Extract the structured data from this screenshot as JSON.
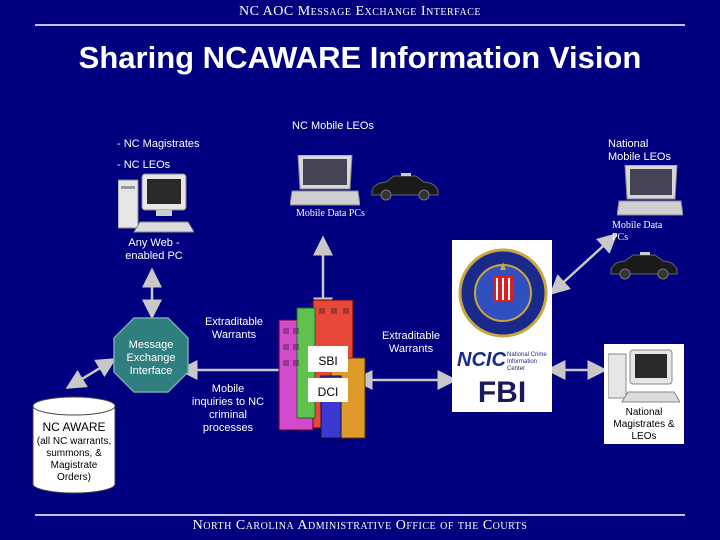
{
  "header": {
    "title": "NC AOC Message Exchange Interface"
  },
  "slide": {
    "title": "Sharing NCAWARE Information Vision"
  },
  "footer": {
    "text": "North Carolina Administrative Office of the Courts"
  },
  "labels": {
    "nc_magistrates": "- NC Magistrates",
    "nc_leos": "- NC LEOs",
    "nc_mobile_leos": "NC Mobile LEOs",
    "national_mobile_leos": "National Mobile LEOs",
    "mobile_data_pcs_1": "Mobile Data PCs",
    "mobile_data_pcs_2": "Mobile Data PCs",
    "any_web_pc": "Any Web -enabled PC",
    "message_exchange": "Message Exchange Interface",
    "extraditable_warrants_1": "Extraditable Warrants",
    "extraditable_warrants_2": "Extraditable Warrants",
    "mobile_inquiries": "Mobile inquiries to NC criminal processes",
    "sbi": "SBI",
    "dci": "DCI",
    "ncic": "NCIC",
    "ncic_sub": "National Crime Information Center",
    "fbi": "FBI",
    "national_magistrates": "National Magistrates & LEOs",
    "ncaware_title": "NC AWARE",
    "ncaware_sub": "(all NC warrants, summons, & Magistrate Orders)"
  },
  "colors": {
    "background": "#000080",
    "hexagon": "#2f7f7f",
    "arrow": "#c8c8c8"
  }
}
